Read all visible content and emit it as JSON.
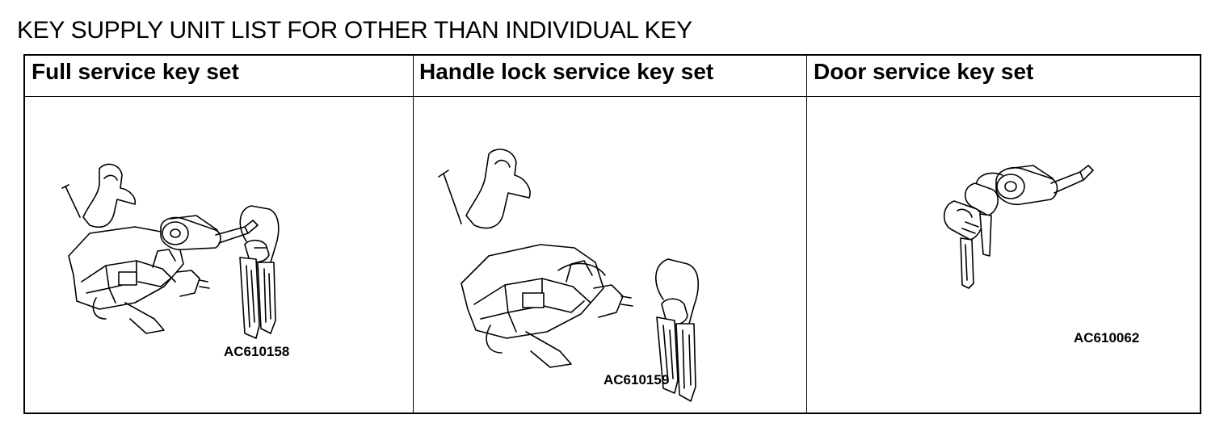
{
  "title": "KEY SUPPLY UNIT LIST FOR OTHER THAN INDIVIDUAL KEY",
  "columns": [
    {
      "header": "Full service key set",
      "code": "AC610158",
      "icon": "full-service-key-set-illustration"
    },
    {
      "header": "Handle lock service key set",
      "code": "AC610159",
      "icon": "handle-lock-key-set-illustration"
    },
    {
      "header": "Door service key set",
      "code": "AC610062",
      "icon": "door-key-set-illustration"
    }
  ]
}
